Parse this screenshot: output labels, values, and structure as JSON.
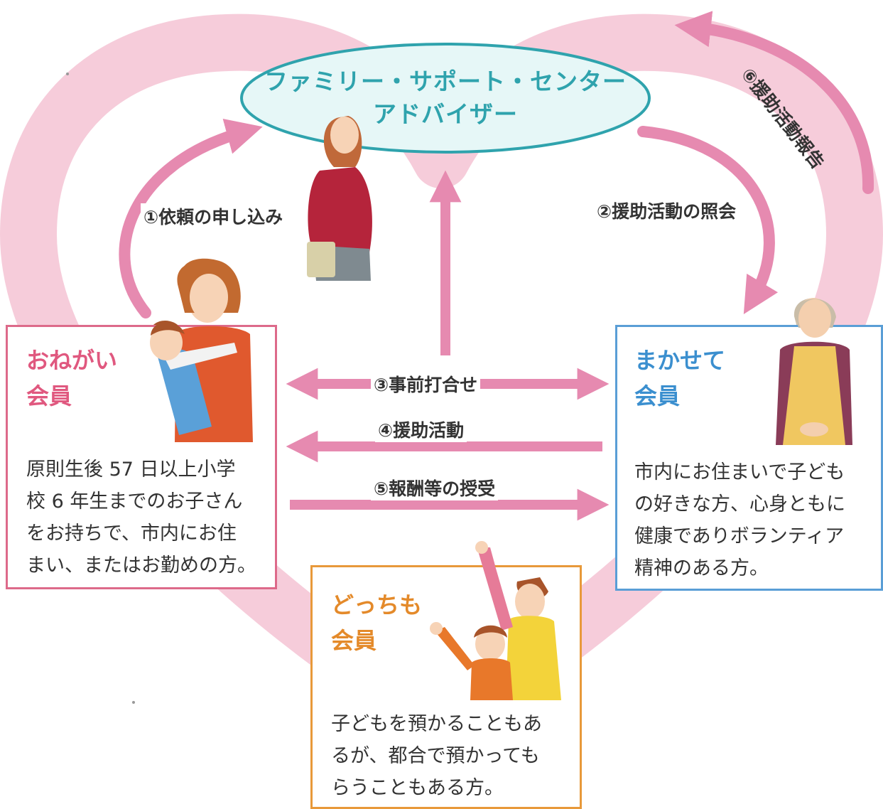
{
  "center": {
    "title_line1": "ファミリー・サポート・センター",
    "title_line2": "アドバイザー"
  },
  "steps": {
    "s1": "①依頼の申し込み",
    "s2": "②援助活動の照会",
    "s3": "③事前打合せ",
    "s4": "④援助活動",
    "s5": "⑤報酬等の授受",
    "s6": "⑥援助活動報告"
  },
  "boxes": {
    "onegai": {
      "title": "おねがい\n会員",
      "desc": "原則生後 57 日以上小学\n校 6 年生までのお子さん\nをお持ちで、市内にお住\nまい、またはお勤めの方。"
    },
    "makasete": {
      "title": "まかせて\n会員",
      "desc": "市内にお住まいで子ども\nの好きな方、心身ともに\n健康でありボランティア\n精神のある方。"
    },
    "dotchimo": {
      "title": "どっちも\n会員",
      "desc": "子どもを預かることもあ\nるが、都合で預かっても\nらうこともある方。"
    }
  },
  "colors": {
    "heart": "#f5c6d6",
    "arrow": "#e68ab0",
    "oval_border": "#2fa3ad",
    "oval_fill": "#e6f7f7",
    "onegai": "#e0587f",
    "makasete": "#3b8fcf",
    "dotchimo": "#e48a2a"
  }
}
